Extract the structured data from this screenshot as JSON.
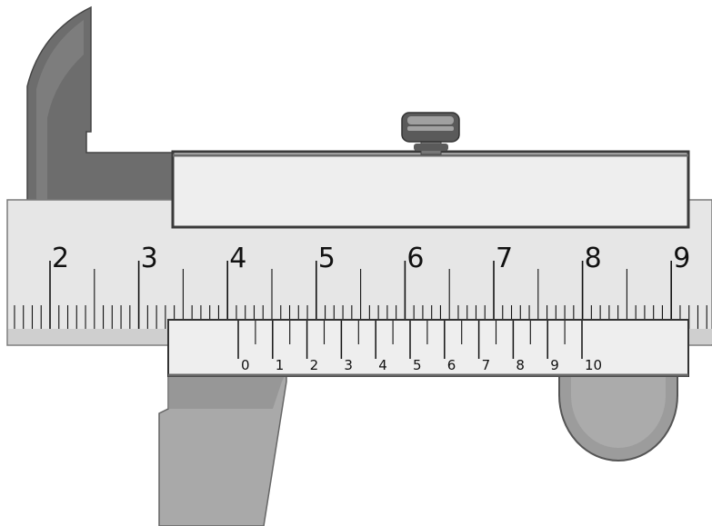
{
  "instrument": {
    "name": "vernier caliper",
    "colors": {
      "beam_fill": "#e6e6e6",
      "beam_stroke": "#7a7a7a",
      "slider_fill": "#eeeeee",
      "jaw_dark": "#6d6d6d",
      "jaw_light": "#a9a9a9",
      "thumb_wheel": "#9c9c9c",
      "screw_dark": "#555555",
      "ink": "#111111"
    },
    "main_scale": {
      "unit": "cm",
      "labels": [
        "2",
        "3",
        "4",
        "5",
        "6",
        "7",
        "8",
        "9"
      ],
      "minor_divisions_per_label": 10
    },
    "vernier_scale": {
      "labels": [
        "0",
        "1",
        "2",
        "3",
        "4",
        "5",
        "6",
        "7",
        "8",
        "9",
        "10"
      ],
      "divisions": 20
    }
  }
}
